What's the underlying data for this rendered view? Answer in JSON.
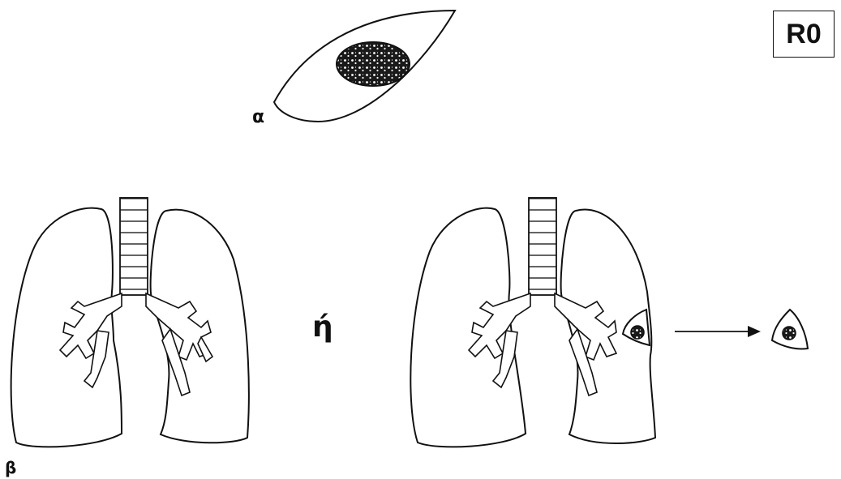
{
  "badge": {
    "text": "R0"
  },
  "labels": {
    "panel_a": "α",
    "panel_b": "β",
    "or_symbol": "ή"
  },
  "colors": {
    "stroke": "#111111",
    "background": "#ffffff",
    "tumor_fill": "#1a1a1a"
  },
  "icons": {
    "arrow": "arrow-right-icon"
  }
}
